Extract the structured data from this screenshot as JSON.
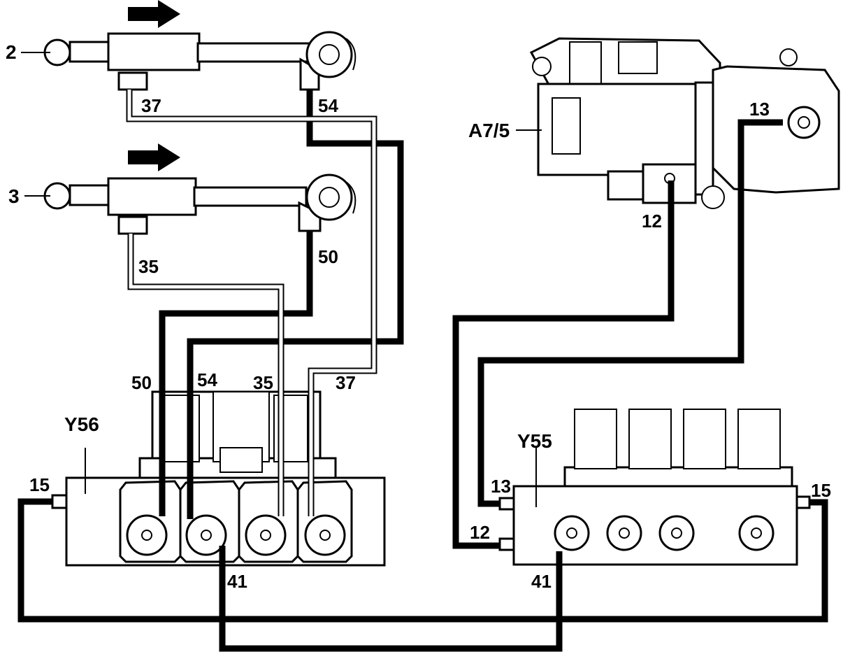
{
  "labels": {
    "cyl_top": "2",
    "cyl_mid": "3",
    "l37_top": "37",
    "l54_top": "54",
    "l35_mid": "35",
    "l50_mid": "50",
    "b50": "50",
    "b54": "54",
    "b35": "35",
    "b37": "37",
    "y56": "Y56",
    "y56_15": "15",
    "y56_41": "41",
    "a75": "A7/5",
    "a75_12": "12",
    "a75_13": "13",
    "y55": "Y55",
    "y55_13": "13",
    "y55_12": "12",
    "y55_15": "15",
    "y55_41": "41"
  }
}
